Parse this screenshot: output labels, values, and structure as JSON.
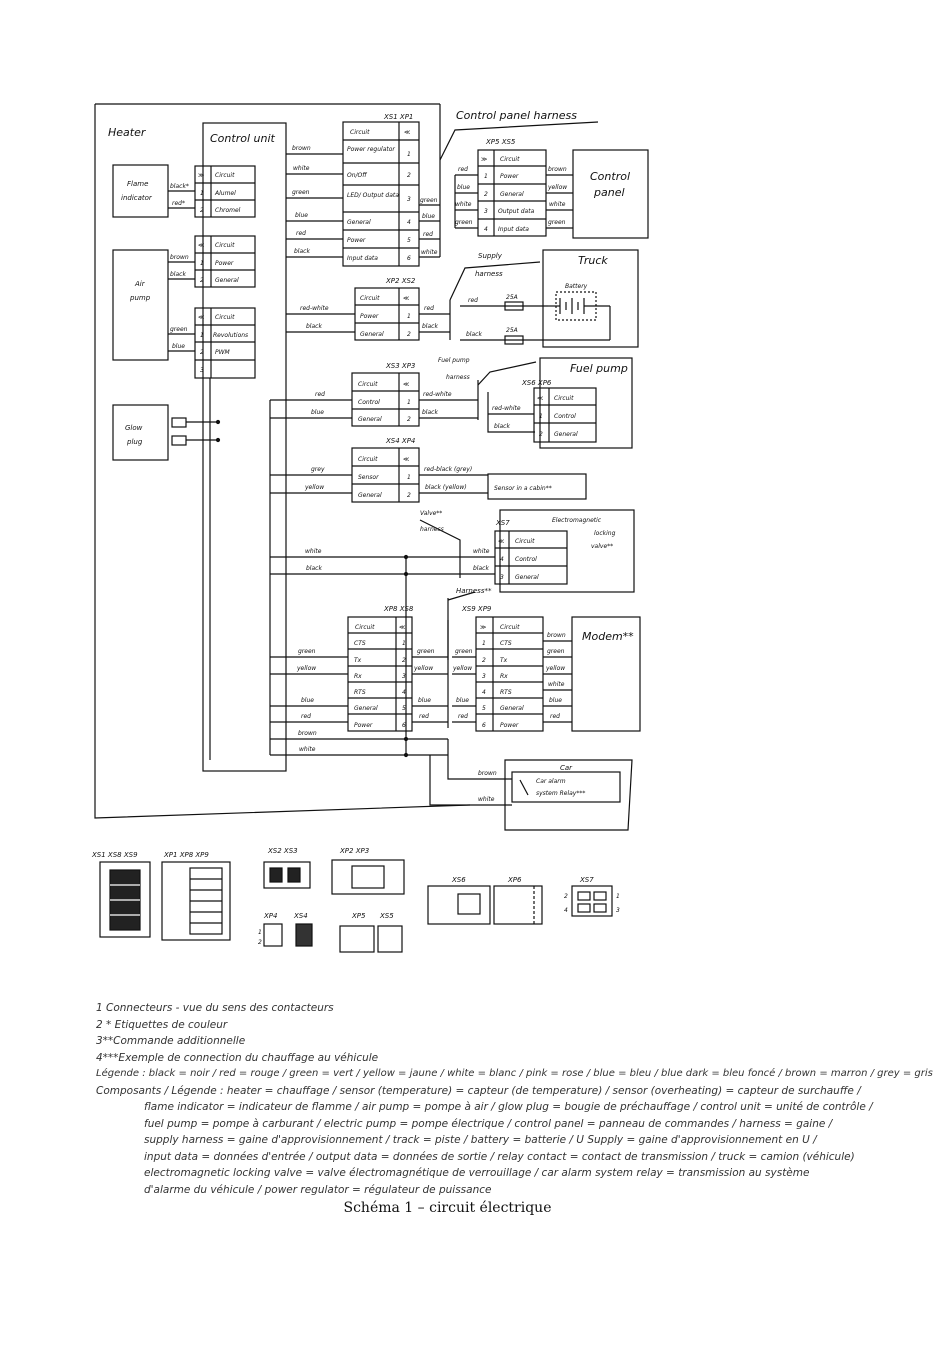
{
  "diagram": {
    "heater": "Heater",
    "control_unit": "Control unit",
    "flame_indicator": [
      "Flame",
      "indicator"
    ],
    "air_pump": [
      "Air",
      "pump"
    ],
    "glow_plug": [
      "Glow",
      "plug"
    ],
    "xs1_xp1": "XS1 XP1",
    "control_panel_harness": "Control panel harness",
    "xp5_xs5": "XP5 XS5",
    "control_panel": [
      "Control",
      "panel"
    ],
    "xp2_xs2": "XP2 XS2",
    "supply_harness": [
      "Supply",
      "harness"
    ],
    "truck": "Truck",
    "battery": "Battery",
    "fuse": "25A",
    "xs3_xp3": "XS3 XP3",
    "fuel_pump_harness": [
      "Fuel pump",
      "harness"
    ],
    "xs6_xp6": "XS6 XP6",
    "fuel_pump": "Fuel pump",
    "xs4_xp4": "XS4 XP4",
    "sensor_cabin": "Sensor in a cabin**",
    "valve_harness": [
      "Valve**",
      "harness"
    ],
    "xs7": "XS7",
    "em_valve": [
      "Electromagnetic",
      "locking",
      "valve**"
    ],
    "harness_mark": "Harness**",
    "xp8_xs8": "XP8 XS8",
    "xs9_xp9": "XS9 XP9",
    "modem": "Modem**",
    "car": "Car",
    "car_alarm": [
      "Car alarm",
      "system Relay***"
    ],
    "circuit": "Circuit",
    "unit_flame_rows": [
      [
        "1",
        "Alumel"
      ],
      [
        "2",
        "Chromel"
      ]
    ],
    "unit_air_rows": [
      [
        "1",
        "Power"
      ],
      [
        "2",
        "General"
      ]
    ],
    "unit_rev_rows": [
      [
        "1",
        "Revolutions"
      ],
      [
        "2",
        "PWM"
      ],
      [
        "3",
        ""
      ]
    ],
    "xs1_rows": [
      [
        "",
        "Power regulator"
      ],
      [
        "2",
        "On/Off"
      ],
      [
        "3",
        "LED/ Output data"
      ],
      [
        "4",
        "General"
      ],
      [
        "5",
        "Power"
      ],
      [
        "6",
        "Input data"
      ]
    ],
    "xs1_row1_num": "1",
    "xp5_rows": [
      [
        "1",
        "Power"
      ],
      [
        "2",
        "General"
      ],
      [
        "3",
        "Output data"
      ],
      [
        "4",
        "Input data"
      ]
    ],
    "xp2_rows": [
      [
        "1",
        "Power"
      ],
      [
        "2",
        "General"
      ]
    ],
    "xs3_rows": [
      [
        "1",
        "Control"
      ],
      [
        "2",
        "General"
      ]
    ],
    "xs6_rows": [
      [
        "1",
        "Control"
      ],
      [
        "2",
        "General"
      ]
    ],
    "xs4_rows": [
      [
        "1",
        "Sensor"
      ],
      [
        "2",
        "General"
      ]
    ],
    "xs7_rows": [
      [
        "4",
        "Control"
      ],
      [
        "3",
        "General"
      ]
    ],
    "xp8_rows": [
      [
        "1",
        "CTS"
      ],
      [
        "2",
        "Tx"
      ],
      [
        "3",
        "Rx"
      ],
      [
        "4",
        "RTS"
      ],
      [
        "5",
        "General"
      ],
      [
        "6",
        "Power"
      ]
    ],
    "xs9_rows": [
      [
        "1",
        "CTS"
      ],
      [
        "2",
        "Tx"
      ],
      [
        "3",
        "Rx"
      ],
      [
        "4",
        "RTS"
      ],
      [
        "5",
        "General"
      ],
      [
        "6",
        "Power"
      ]
    ],
    "wires": {
      "black_star": "black*",
      "red_star": "red*",
      "brown": "brown",
      "white": "white",
      "green": "green",
      "blue": "blue",
      "red": "red",
      "black": "black",
      "yellow": "yellow",
      "red_white": "red-white",
      "grey": "grey",
      "red_black_grey": "red-black (grey)",
      "black_yellow": "black (yellow)"
    },
    "bottom_connectors": {
      "g1": "XS1 XS8 XS9",
      "g2": "XP1 XP8 XP9",
      "g3": "XS2 XS3",
      "g4": "XP2 XP3",
      "g5": "XP4",
      "g6": "XS4",
      "g7": "XP5",
      "g8": "XS5",
      "g9": "XS6",
      "g10": "XP6",
      "g11": "XS7",
      "p1": "1",
      "p2": "2",
      "p3": "3",
      "p4": "4"
    }
  },
  "notes": [
    "1        Connecteurs - vue du sens des contacteurs",
    "2  *   Etiquettes de couleur",
    "3**Commande additionnelle",
    "4***Exemple de connection du chauffage au véhicule",
    "Légende : black = noir / red = rouge / green = vert / yellow = jaune / white = blanc / pink = rose / blue = bleu / blue dark = bleu foncé / brown = marron / grey = gris",
    "Composants / Légende : heater = chauffage / sensor (temperature) = capteur (de temperature) / sensor (overheating)  = capteur de surchauffe /",
    "flame indicator = indicateur de flamme / air pump = pompe à air / glow plug = bougie de préchauffage / control unit = unité de contrôle /",
    "fuel pump = pompe à carburant / electric pump = pompe électrique / control panel = panneau de commandes / harness = gaine /",
    "supply harness = gaine d'approvisionnement / track = piste / battery = batterie / U Supply = gaine d'approvisionnement en U /",
    "input data = données d'entrée / output data = données de sortie / relay contact = contact de transmission / truck = camion (véhicule)",
    "electromagnetic locking valve = valve électromagnétique de verrouillage / car alarm system relay = transmission au système",
    "d'alarme du véhicule / power regulator = régulateur de puissance"
  ],
  "caption": "Schéma 1 – circuit électrique"
}
